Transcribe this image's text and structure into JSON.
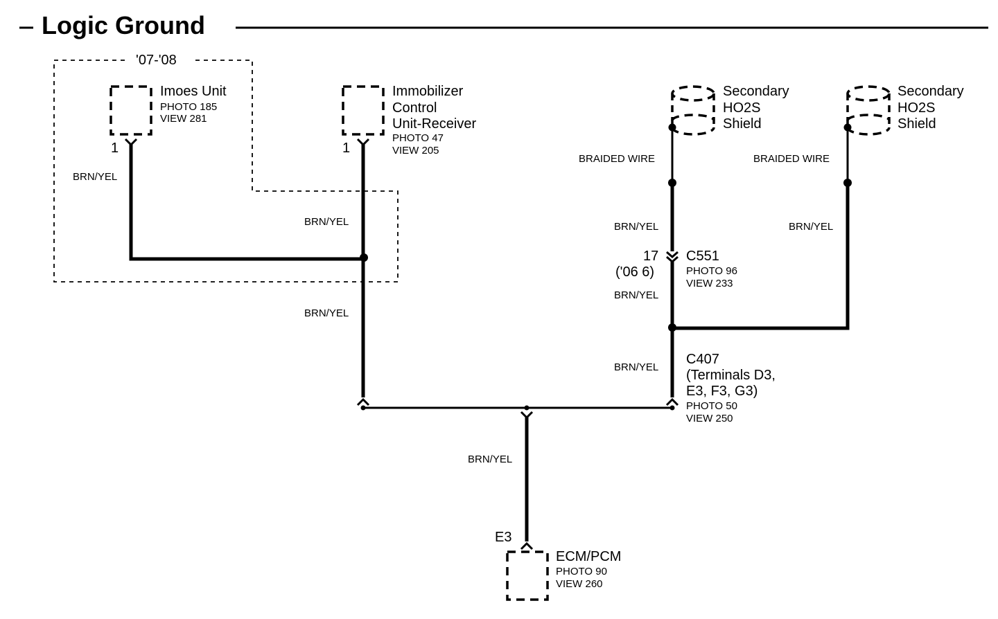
{
  "title": "Logic Ground",
  "region_label": "'07-'08",
  "components": {
    "imoes": {
      "name": "Imoes Unit",
      "photo": "PHOTO 185",
      "view": "VIEW 281",
      "pin": "1"
    },
    "immobilizer": {
      "name_lines": [
        "Immobilizer",
        "Control",
        "Unit-Receiver"
      ],
      "photo": "PHOTO 47",
      "view": "VIEW 205",
      "pin": "1"
    },
    "ho2s_left": {
      "name_lines": [
        "Secondary",
        "HO2S",
        "Shield"
      ]
    },
    "ho2s_right": {
      "name_lines": [
        "Secondary",
        "HO2S",
        "Shield"
      ]
    },
    "ecm": {
      "name": "ECM/PCM",
      "photo": "PHOTO 90",
      "view": "VIEW 260",
      "pin": "E3"
    }
  },
  "connectors": {
    "c551": {
      "name": "C551",
      "photo": "PHOTO 96",
      "view": "VIEW 233",
      "pin": "17",
      "pin_alt": "('06 6)"
    },
    "c407": {
      "name_lines": [
        "C407",
        "(Terminals D3,",
        "E3, F3, G3)"
      ],
      "photo": "PHOTO 50",
      "view": "VIEW 250"
    }
  },
  "wires": {
    "brn_yel": "BRN/YEL",
    "braided": "BRAIDED WIRE"
  }
}
